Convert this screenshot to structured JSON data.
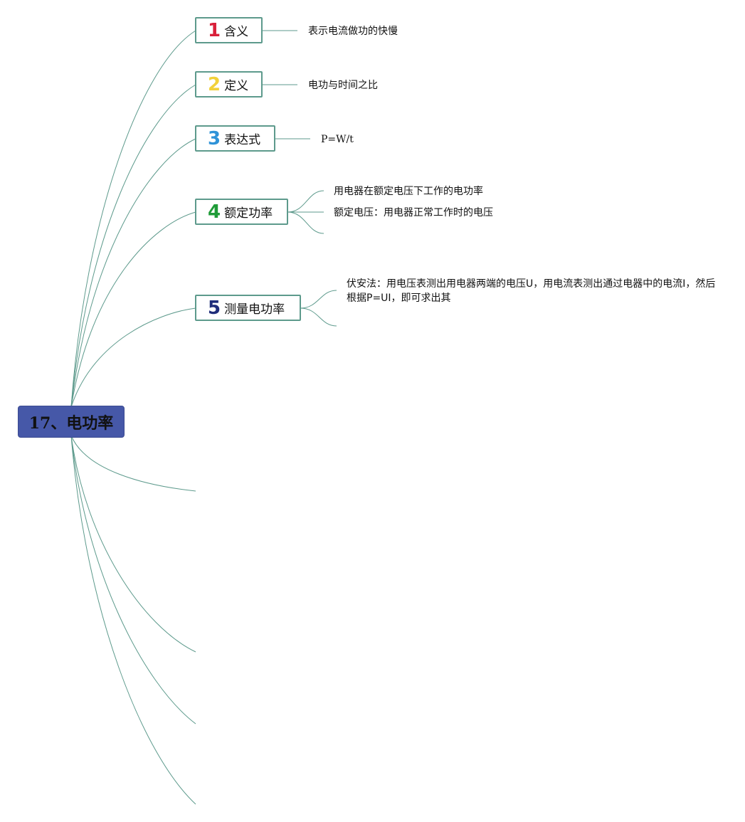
{
  "central": {
    "title": "17、电功率"
  },
  "branches": [
    {
      "num": "1",
      "label": "含义",
      "num_color": "#d9203a",
      "leaves": [
        "表示电流做功的快慢"
      ]
    },
    {
      "num": "2",
      "label": "定义",
      "num_color": "#f2d13a",
      "leaves": [
        "电功与时间之比"
      ]
    },
    {
      "num": "3",
      "label": "表达式",
      "num_color": "#2f93d8",
      "leaves": [
        "P=W/t"
      ]
    },
    {
      "num": "4",
      "label": "额定功率",
      "num_color": "#1f9b38",
      "leaves": [
        "用电器在额定电压下工作的电功率",
        "额定电压：用电器正常工作时的电压",
        ""
      ]
    },
    {
      "num": "5",
      "label": "测量电功率",
      "num_color": "#1f2d7a",
      "leaves": [
        "伏安法：用电压表测出用电器两端的电压U，用电流表测出通过电器中的电流I，然后根据P=UI，即可求出其",
        ""
      ]
    }
  ],
  "colors": {
    "connector": "#5d9a8c",
    "central_bg": "#4658a8",
    "branch_border": "#5d9a8c"
  }
}
